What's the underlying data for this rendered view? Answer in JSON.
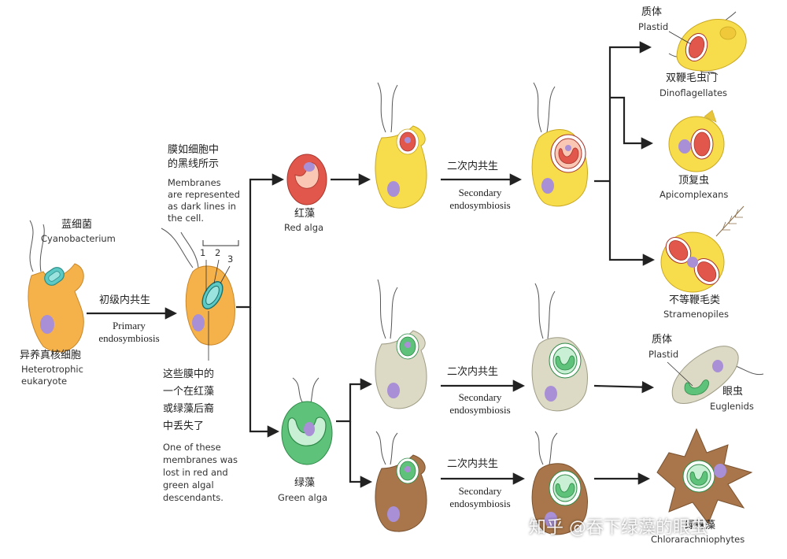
{
  "host": {
    "zh": "异养真核细胞",
    "en": [
      "Heterotrophic",
      "eukaryote"
    ]
  },
  "cyanobacterium": {
    "zh": "蓝细菌",
    "en": "Cyanobacterium"
  },
  "primary": {
    "zh": "初级内共生",
    "en": [
      "Primary",
      "endosymbiosis"
    ]
  },
  "membranes_note": {
    "zh": [
      "膜如细胞中",
      "的黑线所示"
    ],
    "en": [
      "Membranes",
      "are represented",
      "as dark lines in",
      "the cell."
    ],
    "numbers": [
      "1",
      "2",
      "3"
    ]
  },
  "lost_note": {
    "zh": [
      "这些膜中的",
      "一个在红藻",
      "或绿藻后裔",
      "中丢失了"
    ],
    "en": [
      "One of these",
      "membranes was",
      "lost in red and",
      "green algal",
      "descendants."
    ]
  },
  "red_alga": {
    "zh": "红藻",
    "en": "Red alga"
  },
  "green_alga": {
    "zh": "绿藻",
    "en": "Green alga"
  },
  "secondary": [
    {
      "zh": "二次内共生",
      "en": [
        "Secondary",
        "endosymbiosis"
      ]
    },
    {
      "zh": "二次内共生",
      "en": [
        "Secondary",
        "endosymbiosis"
      ]
    },
    {
      "zh": "二次内共生",
      "en": [
        "Secondary",
        "endosymbiosis"
      ]
    }
  ],
  "plastid_top": {
    "zh": "质体",
    "en": "Plastid"
  },
  "dinoflagellates": {
    "zh": "双鞭毛虫门",
    "en": "Dinoflagellates"
  },
  "apicomplexans": {
    "zh": "顶复虫",
    "en": "Apicomplexans"
  },
  "stramenopiles": {
    "zh": "不等鞭毛类",
    "en": "Stramenopiles"
  },
  "plastid_euglena": {
    "zh": "质体",
    "en": "Plastid"
  },
  "euglenids": {
    "zh": "眼虫",
    "en": "Euglenids"
  },
  "chlorarachniophytes": {
    "zh": "绿蛛藻",
    "en": "Chlorarachniophytes"
  },
  "watermark": "知乎 @吞下绿藻的眼虫",
  "colors": {
    "orange_cell": "#f6b24a",
    "yellow_cell": "#f7dc4c",
    "gray_cell": "#dcd9c4",
    "brown_cell": "#a8764a",
    "red_plastid": "#e2574c",
    "green_plastid": "#5fc27a",
    "nucleus": "#a98fd6",
    "cyan": "#5cc9c4"
  }
}
